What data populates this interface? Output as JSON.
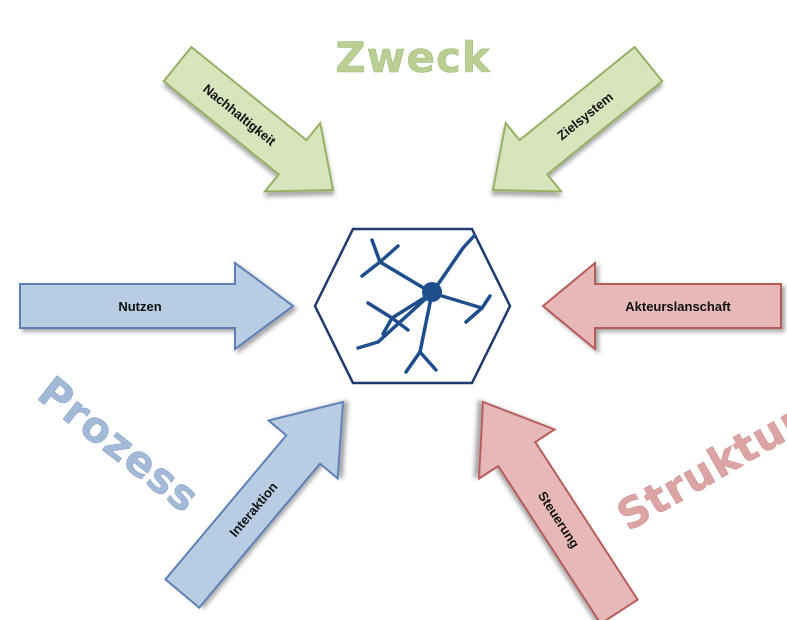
{
  "categories": {
    "zweck": "Zweck",
    "prozess": "Prozess",
    "struktur": "Struktur"
  },
  "arrows": {
    "nachhaltigkeit": "Nachhaltigkeit",
    "zielsystem": "Zielsystem",
    "nutzen": "Nutzen",
    "akteurslanschaft": "Akteurslanschaft",
    "interaktion": "Interaktion",
    "steuerung": "Steuerung"
  },
  "colors": {
    "green_fill": "#d7e4bc",
    "green_stroke": "#94b062",
    "green_text": "#b9cf93",
    "blue_fill": "#b8cce4",
    "blue_stroke": "#5c80b5",
    "blue_text": "#a3b9d8",
    "red_fill": "#e6b9b8",
    "red_stroke": "#b65b58",
    "red_text": "#dca5a4",
    "hex_stroke": "#1f3a6e",
    "tree_color": "#1f4e8c"
  }
}
